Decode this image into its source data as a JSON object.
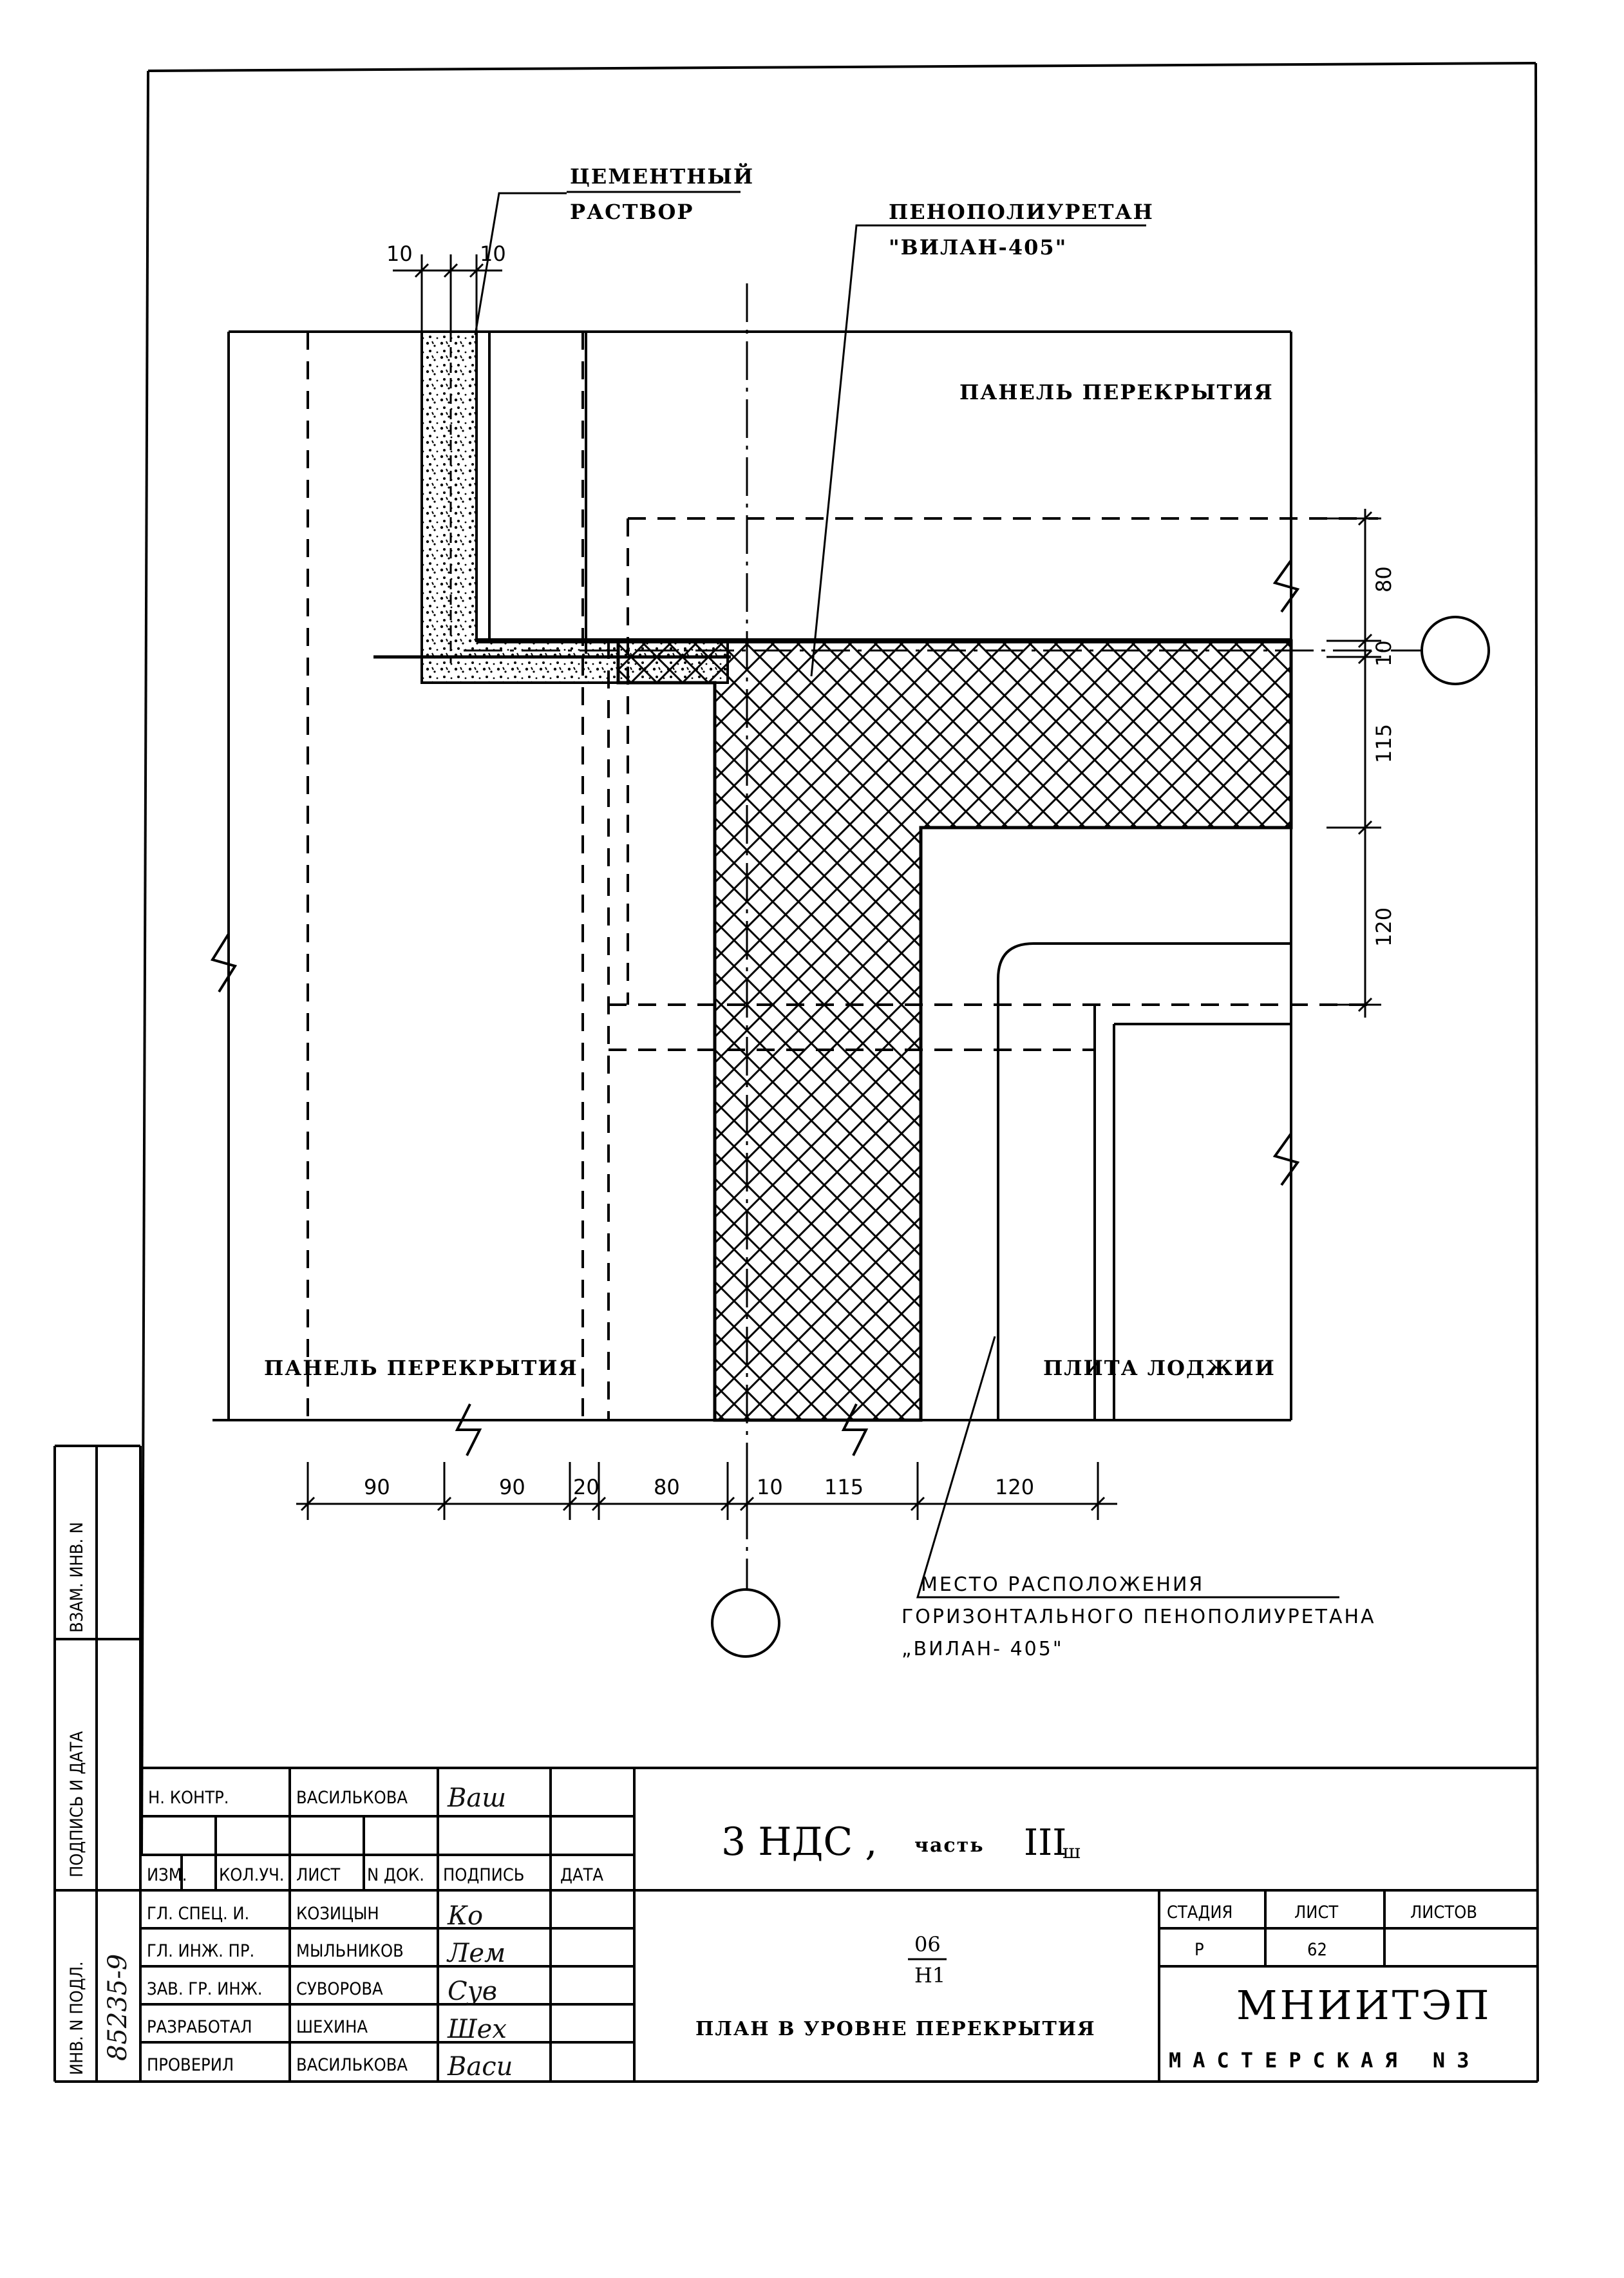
{
  "labels": {
    "cement_mortar_line1": "ЦЕМЕНТНЫЙ",
    "cement_mortar_line2": "РАСТВОР",
    "foam_line1": "ПЕНОПОЛИУРЕТАН",
    "foam_line2": "\"ВИЛАН-405\"",
    "panel_top": "ПАНЕЛЬ ПЕРЕКРЫТИЯ",
    "panel_left": "ПАНЕЛЬ ПЕРЕКРЫТИЯ",
    "loggia_slab": "ПЛИТА ЛОДЖИИ",
    "location_line1": "МЕСТО РАСПОЛОЖЕНИЯ",
    "location_line2": "ГОРИЗОНТАЛЬНОГО ПЕНОПОЛИУРЕТАНА",
    "location_line3": "„ВИЛАН- 405\""
  },
  "dimensions": {
    "top_left": "10",
    "top_right": "10",
    "bottom": [
      "90",
      "90",
      "20",
      "80",
      "10",
      "115",
      "120"
    ],
    "right": [
      "80",
      "10",
      "115",
      "120"
    ]
  },
  "side_stamp": {
    "inv_orig": "ИНВ. N ПОДЛ.",
    "sign_date": "ПОДПИСЬ И ДАТА",
    "inv_swap": "ВЗАМ. ИНВ. N",
    "inv_number": "85235-9"
  },
  "title_block": {
    "norm_control_role": "Н. КОНТР.",
    "norm_control_name": "ВАСИЛЬКОВА",
    "headers": [
      "ИЗМ.",
      "КОЛ.УЧ.",
      "ЛИСТ",
      "N ДОК.",
      "ПОДПИСЬ",
      "ДАТА"
    ],
    "rows": [
      {
        "role": "ГЛ. СПЕЦ. И.",
        "name": "КОЗИЦЫН"
      },
      {
        "role": "ГЛ. ИНЖ. ПР.",
        "name": "МЫЛЬНИКОВ"
      },
      {
        "role": "ЗАВ. ГР. ИНЖ.",
        "name": "СУВОРОВА"
      },
      {
        "role": "РАЗРАБОТАЛ",
        "name": "ШЕХИНА"
      },
      {
        "role": "ПРОВЕРИЛ",
        "name": "ВАСИЛЬКОВА"
      }
    ],
    "project_main": "3 НДС ,",
    "project_part_word": "часть",
    "project_part_num": "III",
    "project_part_sub": "ш",
    "code_top": "06",
    "code_bottom": "Н1",
    "sheet_title": "ПЛАН В УРОВНЕ ПЕРЕКРЫТИЯ",
    "stage_header": "СТАДИЯ",
    "sheet_header": "ЛИСТ",
    "sheets_header": "ЛИСТОВ",
    "stage_value": "Р",
    "sheet_value": "62",
    "sheets_value": "",
    "org_name": "МНИИТЭП",
    "workshop": "МАСТЕРСКАЯ N3"
  }
}
